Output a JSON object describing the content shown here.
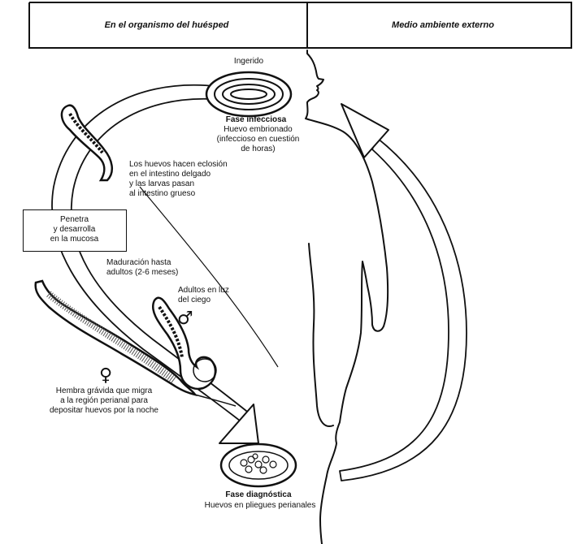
{
  "header": {
    "left_title": "En el organismo del huésped",
    "right_title": "Medio ambiente externo"
  },
  "labels": {
    "ingested": "Ingerido",
    "infective_stage_title": "Fase infecciosa",
    "infective_stage_desc": [
      "Huevo embrionado",
      "(infeccioso en cuestión",
      "de horas)"
    ],
    "hatching": [
      "Los huevos hacen eclosión",
      "en el intestino delgado",
      "y las larvas pasan",
      "al intestino grueso"
    ],
    "penetration_box": [
      "Penetra",
      "y desarrolla",
      "en la mucosa"
    ],
    "maturation": [
      "Maduración hasta",
      "adultos (2-6 meses)"
    ],
    "adults_cecum": [
      "Adultos en luz",
      "del ciego"
    ],
    "male_symbol": "♂",
    "female_symbol": "♀",
    "gravid_female": [
      "Hembra grávida que migra",
      "a la región perianal para",
      "depositar huevos por la noche"
    ],
    "diagnostic_stage_title": "Fase diagnóstica",
    "diagnostic_stage_desc": "Huevos en pliegues perianales"
  }
}
